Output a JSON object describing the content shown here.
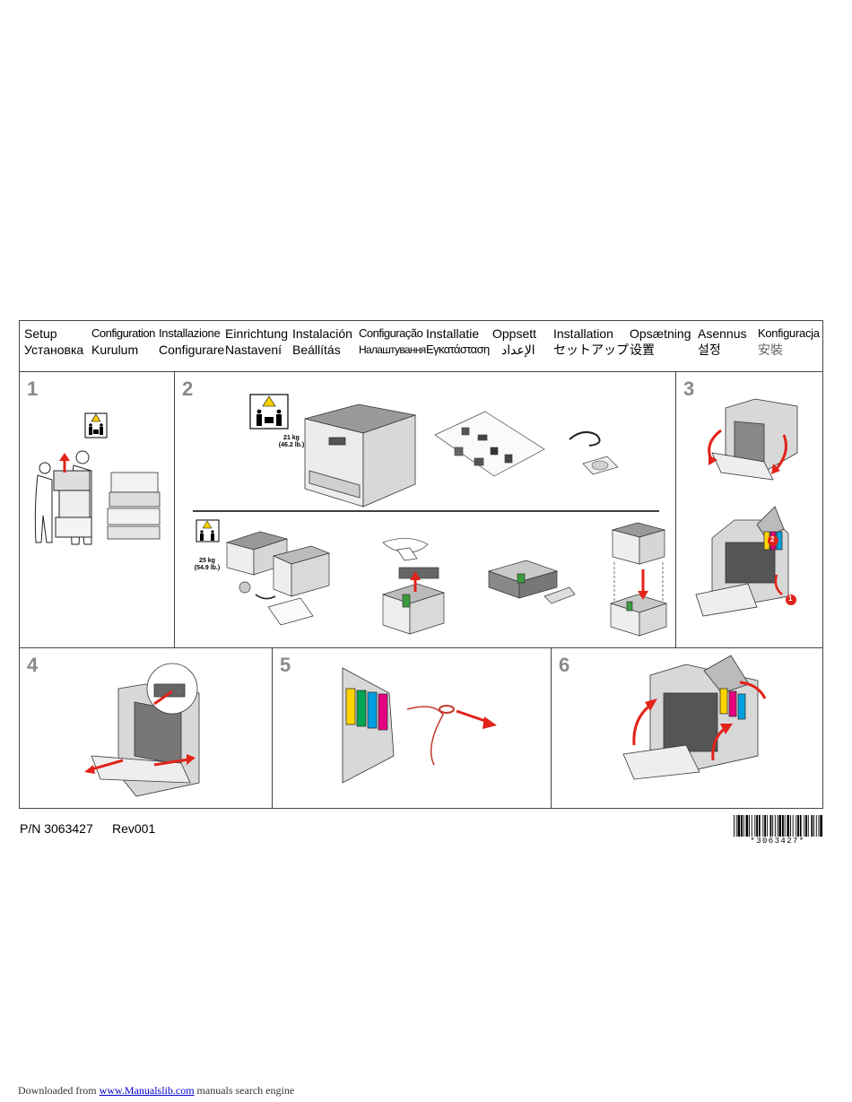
{
  "header": {
    "row1": [
      "Setup",
      "Configuration",
      "Installazione",
      "Einrichtung",
      "Instalación",
      "Configuração",
      "Installatie",
      "Oppsett",
      "Installation",
      "Opsætning",
      "Asennus",
      "Konfiguracja"
    ],
    "row2": [
      "Установка",
      "Kurulum",
      "Configurare",
      "Nastavení",
      "Beállítás",
      "Налаштування",
      "Εγκατάσταση",
      "الإعداد",
      "セットアップ",
      "设置",
      "설정",
      "安裝"
    ]
  },
  "steps": {
    "s1": "1",
    "s2": "2",
    "s3": "3",
    "s4": "4",
    "s5": "5",
    "s6": "6"
  },
  "weights": {
    "w21_kg": "21 kg",
    "w21_lb": "(46.2 lb.)",
    "w25_kg": "25 kg",
    "w25_lb": "(54.9 lb.)"
  },
  "callouts": {
    "c1": "1",
    "c2": "2"
  },
  "footer": {
    "part_number": "P/N 3063427",
    "revision": "Rev001",
    "barcode_text": "*3063427*"
  },
  "download": {
    "prefix": "Downloaded from",
    "link": "www.Manualslib.com",
    "suffix": "manuals search engine"
  },
  "colors": {
    "accent_red": "#e2231a",
    "step_gray": "#8a8a8a"
  }
}
